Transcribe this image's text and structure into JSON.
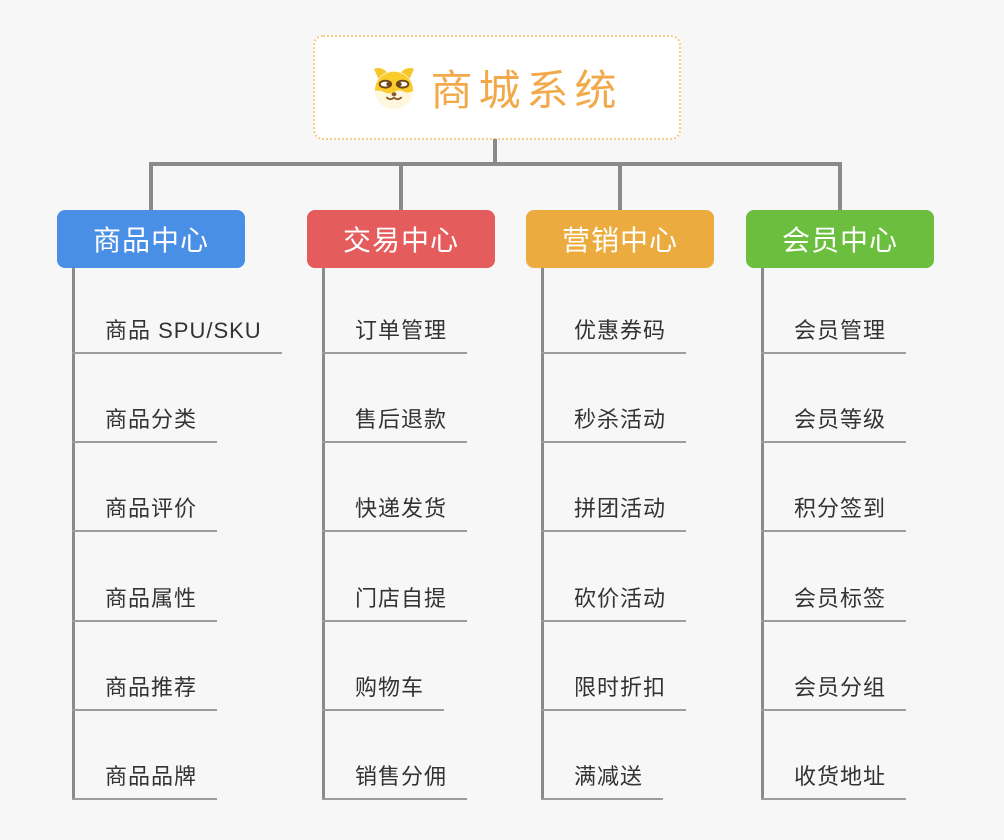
{
  "root": {
    "title": "商城系统",
    "icon": "dog-face-icon",
    "title_color": "#F1A94A",
    "border_color": "#F6CD87"
  },
  "branches": [
    {
      "label": "商品中心",
      "color": "#4A8FE6",
      "items": [
        "商品 SPU/SKU",
        "商品分类",
        "商品评价",
        "商品属性",
        "商品推荐",
        "商品品牌"
      ]
    },
    {
      "label": "交易中心",
      "color": "#E45C5C",
      "items": [
        "订单管理",
        "售后退款",
        "快递发货",
        "门店自提",
        "购物车",
        "销售分佣"
      ]
    },
    {
      "label": "营销中心",
      "color": "#ECAB3F",
      "items": [
        "优惠券码",
        "秒杀活动",
        "拼团活动",
        "砍价活动",
        "限时折扣",
        "满减送"
      ]
    },
    {
      "label": "会员中心",
      "color": "#6CBE3E",
      "items": [
        "会员管理",
        "会员等级",
        "积分签到",
        "会员标签",
        "会员分组",
        "收货地址"
      ]
    }
  ],
  "connector_color": "#8A8A8A"
}
